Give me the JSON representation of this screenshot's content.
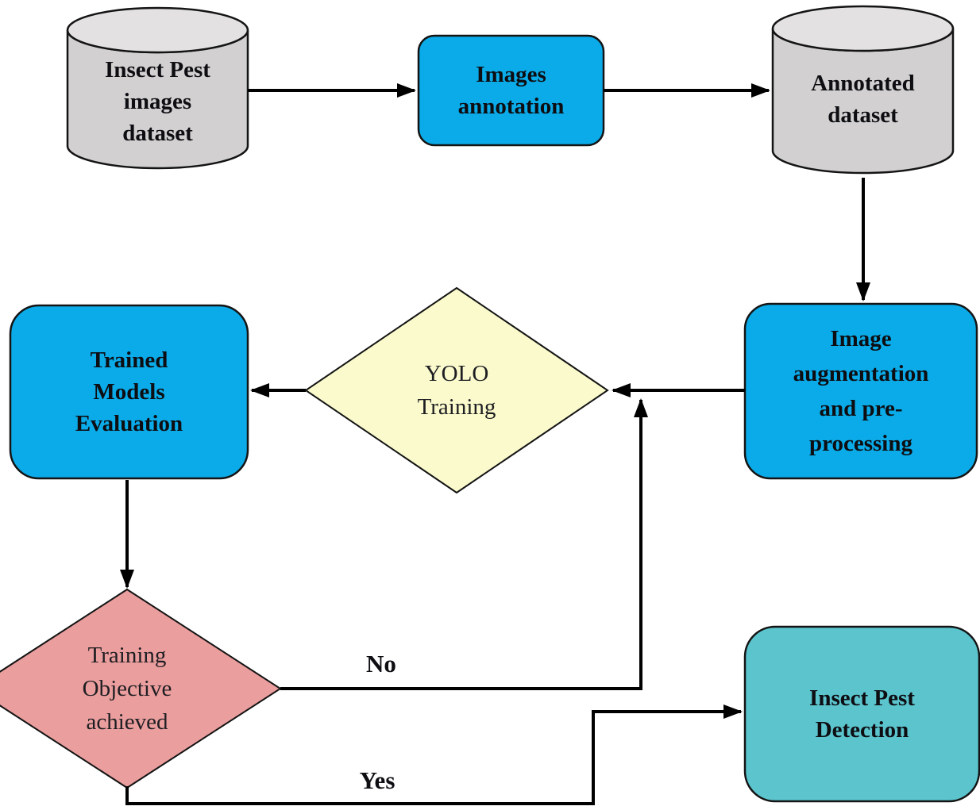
{
  "diagram": {
    "type": "flowchart",
    "colors": {
      "process_blue": "#0aabe8",
      "datastore_gray": "#d2d0d0",
      "datastore_top_gray": "#e3e1e1",
      "decision_yellow": "#fafacd",
      "decision_pink": "#eb9e9e",
      "terminal_teal": "#5bc4cd",
      "line_black": "#000000"
    },
    "nodes": {
      "pest_dataset": {
        "shape": "cylinder",
        "fill": "#d2d0d0",
        "top_fill": "#e3e1e1",
        "label": "Insect Pest\nimages\ndataset"
      },
      "images_annotation": {
        "shape": "rounded-rect",
        "fill": "#0aabe8",
        "label": "Images\nannotation"
      },
      "annotated_dataset": {
        "shape": "cylinder",
        "fill": "#d2d0d0",
        "top_fill": "#e3e1e1",
        "label": "Annotated\ndataset"
      },
      "image_augmentation": {
        "shape": "rounded-rect",
        "fill": "#0aabe8",
        "label": "Image\naugmentation\nand pre-\nprocessing"
      },
      "yolo_training": {
        "shape": "diamond",
        "fill": "#fafacd",
        "label": "YOLO\nTraining"
      },
      "trained_models_evaluation": {
        "shape": "rounded-rect",
        "fill": "#0aabe8",
        "label": "Trained\nModels\nEvaluation"
      },
      "training_objective": {
        "shape": "diamond",
        "fill": "#eb9e9e",
        "label": "Training\nObjective\nachieved"
      },
      "insect_pest_detection": {
        "shape": "rounded-rect",
        "fill": "#5bc4cd",
        "label": "Insect Pest\nDetection"
      }
    },
    "edges": [
      {
        "from": "pest_dataset",
        "to": "images_annotation",
        "label": ""
      },
      {
        "from": "images_annotation",
        "to": "annotated_dataset",
        "label": ""
      },
      {
        "from": "annotated_dataset",
        "to": "image_augmentation",
        "label": ""
      },
      {
        "from": "image_augmentation",
        "to": "yolo_training",
        "label": ""
      },
      {
        "from": "yolo_training",
        "to": "trained_models_evaluation",
        "label": ""
      },
      {
        "from": "trained_models_evaluation",
        "to": "training_objective",
        "label": ""
      },
      {
        "from": "training_objective",
        "to": "yolo_training",
        "label": "No"
      },
      {
        "from": "training_objective",
        "to": "insect_pest_detection",
        "label": "Yes"
      }
    ]
  }
}
